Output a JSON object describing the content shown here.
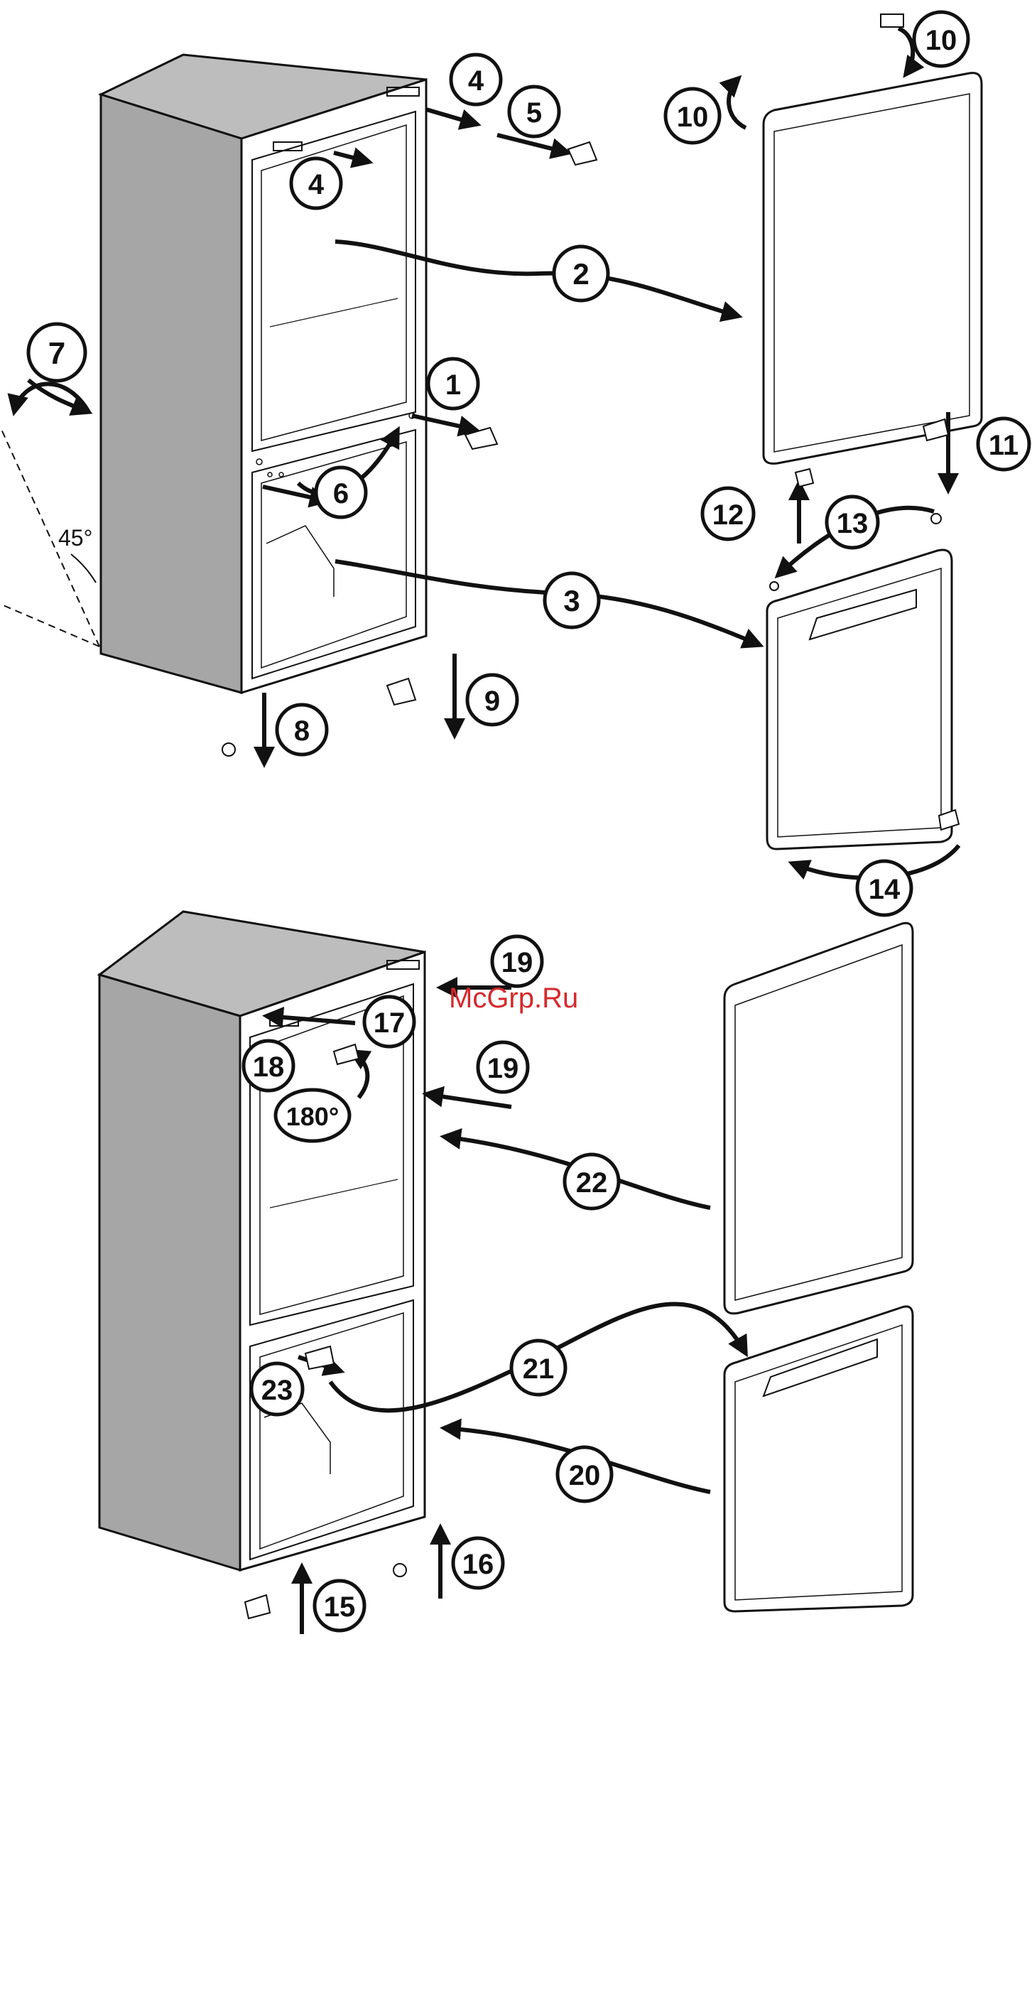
{
  "diagram": {
    "angle_label": "45°",
    "rotation_label": "180°",
    "watermark": "McGrp.Ru",
    "step_labels": [
      {
        "id": "s1",
        "text": "1"
      },
      {
        "id": "s2",
        "text": "2"
      },
      {
        "id": "s3",
        "text": "3"
      },
      {
        "id": "s4a",
        "text": "4"
      },
      {
        "id": "s4b",
        "text": "4"
      },
      {
        "id": "s5",
        "text": "5"
      },
      {
        "id": "s6",
        "text": "6"
      },
      {
        "id": "s7",
        "text": "7"
      },
      {
        "id": "s8",
        "text": "8"
      },
      {
        "id": "s9",
        "text": "9"
      },
      {
        "id": "s10a",
        "text": "10"
      },
      {
        "id": "s10b",
        "text": "10"
      },
      {
        "id": "s11",
        "text": "11"
      },
      {
        "id": "s12",
        "text": "12"
      },
      {
        "id": "s13",
        "text": "13"
      },
      {
        "id": "s14",
        "text": "14"
      },
      {
        "id": "s15",
        "text": "15"
      },
      {
        "id": "s16",
        "text": "16"
      },
      {
        "id": "s17",
        "text": "17"
      },
      {
        "id": "s18",
        "text": "18"
      },
      {
        "id": "s19a",
        "text": "19"
      },
      {
        "id": "s19b",
        "text": "19"
      },
      {
        "id": "s20",
        "text": "20"
      },
      {
        "id": "s21",
        "text": "21"
      },
      {
        "id": "s22",
        "text": "22"
      },
      {
        "id": "s23",
        "text": "23"
      }
    ]
  }
}
